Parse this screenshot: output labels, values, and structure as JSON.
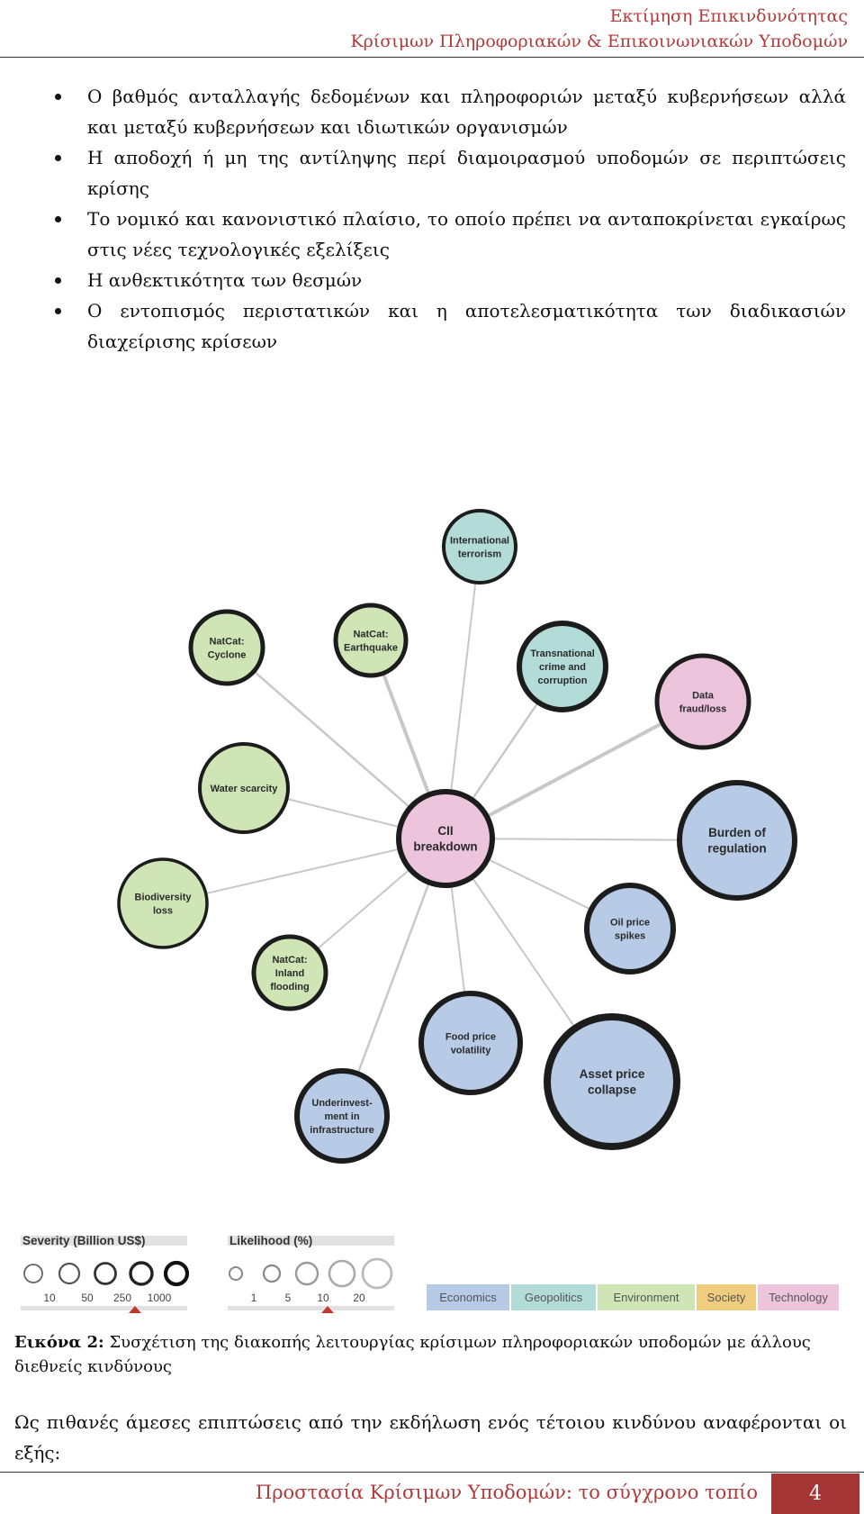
{
  "header": {
    "line1": "Εκτίμηση Επικινδυνότητας",
    "line2": "Κρίσιμων Πληροφοριακών & Επικοινωνιακών Υποδομών"
  },
  "bullets": [
    "Ο βαθμός ανταλλαγής δεδομένων και πληροφοριών μεταξύ κυβερνήσεων αλλά και μεταξύ κυβερνήσεων και ιδιωτικών οργανισμών",
    "Η αποδοχή ή μη της αντίληψης περί διαμοιρασμού υποδομών σε περιπτώσεις κρίσης",
    "Το νομικό και κανονιστικό πλαίσιο, το οποίο πρέπει να ανταποκρίνεται εγκαίρως στις νέες τεχνολογικές εξελίξεις",
    "Η ανθεκτικότητα των θεσμών",
    "Ο εντοπισμός περιστατικών και η αποτελεσματικότητα των διαδικασιών διαχείρισης κρίσεων"
  ],
  "network": {
    "center": {
      "lines": [
        "CII",
        "breakdown"
      ],
      "category": "technology"
    },
    "nodes": [
      {
        "id": "international-terrorism",
        "lines": [
          "International",
          "terrorism"
        ],
        "category": "geopolitics"
      },
      {
        "id": "natcat-cyclone",
        "lines": [
          "NatCat:",
          "Cyclone"
        ],
        "category": "environment"
      },
      {
        "id": "natcat-earthquake",
        "lines": [
          "NatCat:",
          "Earthquake"
        ],
        "category": "environment"
      },
      {
        "id": "transnational-crime",
        "lines": [
          "Transnational",
          "crime and",
          "corruption"
        ],
        "category": "geopolitics"
      },
      {
        "id": "data-fraud",
        "lines": [
          "Data",
          "fraud/loss"
        ],
        "category": "technology"
      },
      {
        "id": "water-scarcity",
        "lines": [
          "Water scarcity"
        ],
        "category": "environment"
      },
      {
        "id": "burden-of-regulation",
        "lines": [
          "Burden of",
          "regulation"
        ],
        "category": "economics"
      },
      {
        "id": "biodiversity-loss",
        "lines": [
          "Biodiversity",
          "loss"
        ],
        "category": "environment"
      },
      {
        "id": "oil-price-spikes",
        "lines": [
          "Oil price",
          "spikes"
        ],
        "category": "economics"
      },
      {
        "id": "natcat-inland-flooding",
        "lines": [
          "NatCat:",
          "Inland",
          "flooding"
        ],
        "category": "environment"
      },
      {
        "id": "food-price-volatility",
        "lines": [
          "Food price",
          "volatility"
        ],
        "category": "economics"
      },
      {
        "id": "asset-price-collapse",
        "lines": [
          "Asset price",
          "collapse"
        ],
        "category": "economics"
      },
      {
        "id": "underinvestment-infrastructure",
        "lines": [
          "Underinvest-",
          "ment in",
          "infrastructure"
        ],
        "category": "economics"
      }
    ]
  },
  "legend": {
    "severity": {
      "title": "Severity (Billion US$)",
      "ticks": [
        "10",
        "50",
        "250",
        "1000"
      ]
    },
    "likelihood": {
      "title": "Likelihood (%)",
      "ticks": [
        "1",
        "5",
        "10",
        "20"
      ]
    },
    "categories": [
      {
        "id": "economics",
        "label": "Economics",
        "color": "#b7cbe6"
      },
      {
        "id": "geopolitics",
        "label": "Geopolitics",
        "color": "#b3dcd9"
      },
      {
        "id": "environment",
        "label": "Environment",
        "color": "#cfe5b6"
      },
      {
        "id": "society",
        "label": "Society",
        "color": "#f0cd7e"
      },
      {
        "id": "technology",
        "label": "Technology",
        "color": "#ecc4dc"
      }
    ],
    "marker_color": "#c0392b"
  },
  "caption": {
    "label": "Εικόνα 2:",
    "text": "Συσχέτιση της διακοπής λειτουργίας κρίσιμων πληροφοριακών υποδομών με άλλους διεθνείς κινδύνους"
  },
  "paragraph": "Ως πιθανές άμεσες επιπτώσεις από την εκδήλωση ενός τέτοιου κινδύνου αναφέρονται οι εξής:",
  "footer": {
    "title": "Προστασία Κρίσιμων Υποδομών: το σύγχρονο τοπίο",
    "page": "4"
  }
}
